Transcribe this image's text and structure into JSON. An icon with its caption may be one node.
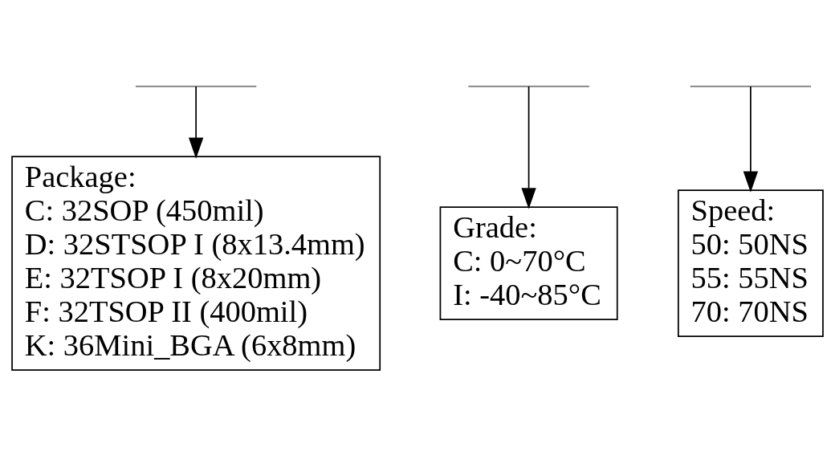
{
  "diagram": {
    "nodes": [
      {
        "text": [],
        "shape": "bar"
      },
      {
        "text": [],
        "shape": "bar"
      },
      {
        "text": [],
        "shape": "bar"
      },
      {
        "text": [
          "Speed:",
          "50: 50NS",
          "55: 55NS",
          "70: 70NS"
        ]
      },
      {
        "text": [
          "Package:",
          "C: 32SOP (450mil)",
          "D: 32STSOP I (8x13.4mm)",
          "E: 32TSOP I (8x20mm)",
          "F: 32TSOP II (400mil)",
          "K: 36Mini_BGA (6x8mm)"
        ]
      },
      {
        "text": [
          "Grade:",
          "C: 0~70°C",
          "I: -40~85°C"
        ]
      }
    ],
    "edges": [
      {
        "from": 0,
        "to": 4,
        "arrow": "to"
      },
      {
        "from": 1,
        "to": 5,
        "arrow": "to"
      },
      {
        "from": 2,
        "to": 3,
        "arrow": "to"
      }
    ]
  }
}
